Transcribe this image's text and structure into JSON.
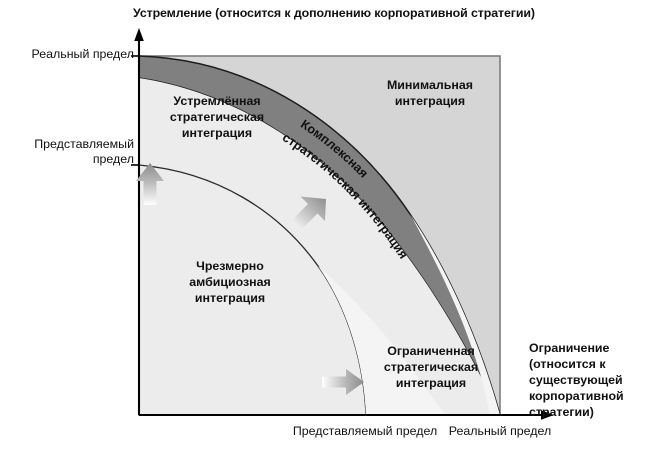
{
  "diagram": {
    "title_top": "Устремление (относится к дополнению корпоративной стратегии)",
    "title_right": "Ограничение (относится к существующей корпоративной стратегии)",
    "axis_left_ticks": [
      "Реальный предел",
      "Представляемый предел"
    ],
    "axis_bottom_ticks": [
      "Представляемый предел",
      "Реальный предел"
    ],
    "regions": [
      {
        "key": "aspirational",
        "label": "Устремлённая стратегическая интеграция"
      },
      {
        "key": "minimal",
        "label": "Минимальная интеграция"
      },
      {
        "key": "complex",
        "label": "Комплексная стратегическая интеграция"
      },
      {
        "key": "overambitious",
        "label": "Чрезмерно амбициозная интеграция"
      },
      {
        "key": "limited",
        "label": "Ограниченная стратегическая интеграция"
      }
    ],
    "curved_label_parts": {
      "line1": "Комплексная",
      "line2": "стратегическая интеграция"
    },
    "arrows": [
      {
        "key": "up",
        "direction": "up"
      },
      {
        "key": "diagonal",
        "direction": "up-right"
      },
      {
        "key": "right",
        "direction": "right"
      }
    ],
    "colors": {
      "plot_background": "#d5d5d5",
      "band_dark": "#808080",
      "inner_light": "#ececec",
      "inner_lighter": "#f4f4f4",
      "axis": "#000000",
      "text": "#111111"
    }
  }
}
